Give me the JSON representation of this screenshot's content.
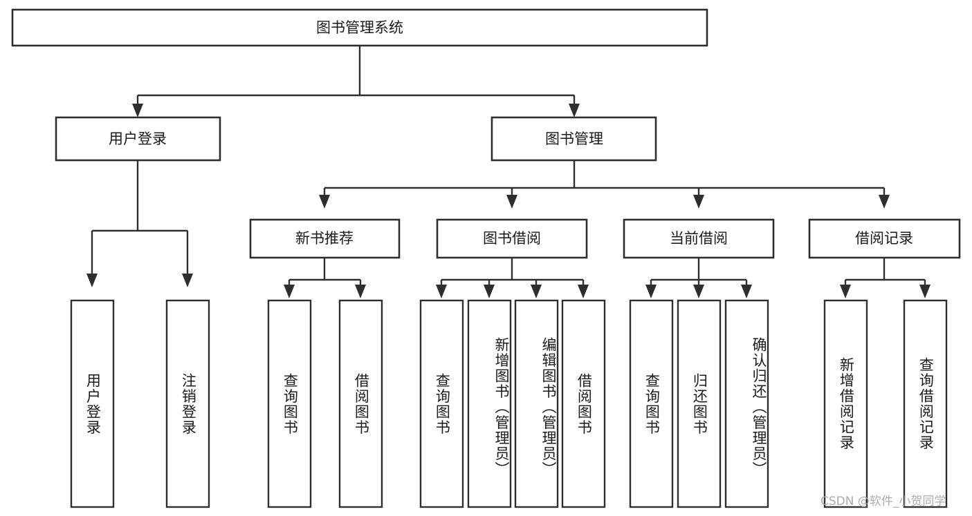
{
  "diagram": {
    "title": "图书管理系统",
    "type": "hierarchy-tree",
    "root": {
      "label": "图书管理系统"
    },
    "level2": [
      {
        "label": "用户登录"
      },
      {
        "label": "图书管理"
      }
    ],
    "level3": [
      {
        "label": "新书推荐"
      },
      {
        "label": "图书借阅"
      },
      {
        "label": "当前借阅"
      },
      {
        "label": "借阅记录"
      }
    ],
    "leaves_user_login": [
      {
        "label": "用户登录"
      },
      {
        "label": "注销登录"
      }
    ],
    "leaves_new_book": [
      {
        "label": "查询图书"
      },
      {
        "label": "借阅图书"
      }
    ],
    "leaves_borrow": [
      {
        "label": "查询图书"
      },
      {
        "label": "新增图书（管理员）"
      },
      {
        "label": "编辑图书（管理员）"
      },
      {
        "label": "借阅图书"
      }
    ],
    "leaves_current": [
      {
        "label": "查询图书"
      },
      {
        "label": "归还图书"
      },
      {
        "label": "确认归还（管理员）"
      }
    ],
    "leaves_records": [
      {
        "label": "新增借阅记录"
      },
      {
        "label": "查询借阅记录"
      }
    ]
  },
  "watermark": {
    "text": "CSDN @软件_小贺同学"
  },
  "colors": {
    "stroke": "#2e2e2e",
    "fill": "#ffffff",
    "text": "#1a1a1a",
    "watermark": "#a8a8a8"
  }
}
